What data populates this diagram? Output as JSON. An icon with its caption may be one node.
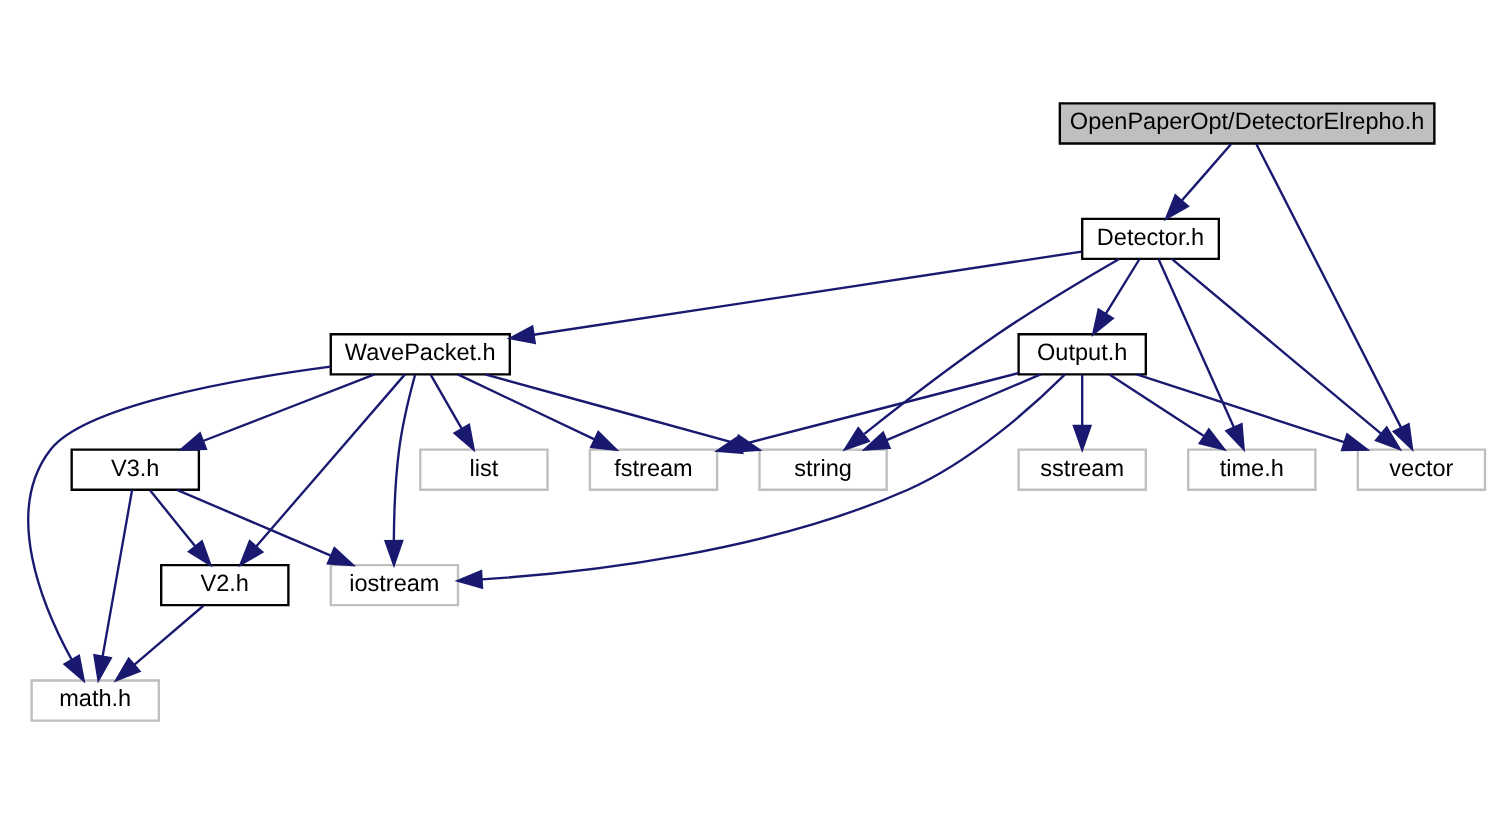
{
  "diagram": {
    "nodes": [
      {
        "text": [
          "OpenPaperOpt/DetectorElrepho.h"
        ]
      },
      {
        "text": [
          "Detector.h"
        ]
      },
      {
        "text": [
          "WavePacket.h"
        ]
      },
      {
        "text": [
          "Output.h"
        ]
      },
      {
        "text": [
          "V3.h"
        ]
      },
      {
        "text": [
          "list"
        ]
      },
      {
        "text": [
          "fstream"
        ]
      },
      {
        "text": [
          "string"
        ]
      },
      {
        "text": [
          "sstream"
        ]
      },
      {
        "text": [
          "time.h"
        ]
      },
      {
        "text": [
          "vector"
        ]
      },
      {
        "text": [
          "V2.h"
        ]
      },
      {
        "text": [
          "iostream"
        ]
      },
      {
        "text": [
          "math.h"
        ]
      }
    ],
    "edges": [
      {
        "from": 0,
        "to": 1,
        "arrow": "to"
      },
      {
        "from": 0,
        "to": 10,
        "arrow": "to"
      },
      {
        "from": 1,
        "to": 2,
        "arrow": "to"
      },
      {
        "from": 1,
        "to": 7,
        "arrow": "to"
      },
      {
        "from": 1,
        "to": 3,
        "arrow": "to"
      },
      {
        "from": 1,
        "to": 9,
        "arrow": "to"
      },
      {
        "from": 1,
        "to": 10,
        "arrow": "to"
      },
      {
        "from": 2,
        "to": 13,
        "arrow": "to"
      },
      {
        "from": 2,
        "to": 4,
        "arrow": "to"
      },
      {
        "from": 2,
        "to": 11,
        "arrow": "to"
      },
      {
        "from": 2,
        "to": 12,
        "arrow": "to"
      },
      {
        "from": 2,
        "to": 5,
        "arrow": "to"
      },
      {
        "from": 2,
        "to": 6,
        "arrow": "to"
      },
      {
        "from": 2,
        "to": 7,
        "arrow": "to"
      },
      {
        "from": 3,
        "to": 6,
        "arrow": "to"
      },
      {
        "from": 3,
        "to": 7,
        "arrow": "to"
      },
      {
        "from": 3,
        "to": 12,
        "arrow": "to"
      },
      {
        "from": 3,
        "to": 8,
        "arrow": "to"
      },
      {
        "from": 3,
        "to": 9,
        "arrow": "to"
      },
      {
        "from": 3,
        "to": 10,
        "arrow": "to"
      },
      {
        "from": 4,
        "to": 13,
        "arrow": "to"
      },
      {
        "from": 4,
        "to": 11,
        "arrow": "to"
      },
      {
        "from": 4,
        "to": 12,
        "arrow": "to"
      },
      {
        "from": 11,
        "to": 13,
        "arrow": "to"
      }
    ]
  }
}
